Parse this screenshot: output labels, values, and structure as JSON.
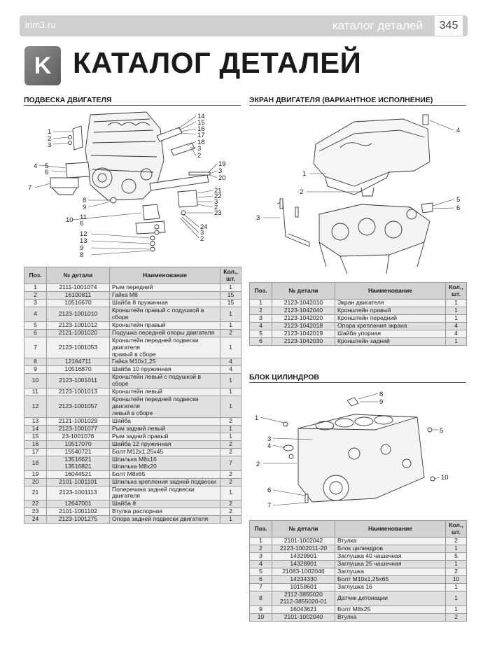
{
  "header": {
    "site": "irim3.ru",
    "catalog": "каталог деталей",
    "page_number": "345"
  },
  "chapter": {
    "letter": "K",
    "title": "КАТАЛОГ ДЕТАЛЕЙ"
  },
  "columns": {
    "pos": "Поз.",
    "part": "№ детали",
    "name": "Наименование",
    "qty": "Кол.,\nшт."
  },
  "sections": {
    "suspension": {
      "title": "ПОДВЕСКА ДВИГАТЕЛЯ",
      "callouts": [
        "1",
        "2",
        "3",
        "4",
        "5",
        "6",
        "7",
        "8",
        "9",
        "10",
        "11",
        "6",
        "12",
        "13",
        "9",
        "8",
        "14",
        "15",
        "16",
        "17",
        "18",
        "3",
        "2",
        "19",
        "3",
        "20",
        "21",
        "22",
        "3",
        "2",
        "23",
        "24",
        "3",
        "2"
      ],
      "rows": [
        {
          "pos": "1",
          "part": "2111-1001074",
          "name": "Рым передний",
          "qty": "1"
        },
        {
          "pos": "2",
          "part": "16100811",
          "name": "Гайка М8",
          "qty": "15"
        },
        {
          "pos": "3",
          "part": "10516670",
          "name": "Шайба 8 пружинная",
          "qty": "15"
        },
        {
          "pos": "4",
          "part": "2123-1001010",
          "name": "Кронштейн правый с подушкой в сборе",
          "qty": "1"
        },
        {
          "pos": "5",
          "part": "2123-1001012",
          "name": "Кронштейн правый",
          "qty": "1"
        },
        {
          "pos": "6",
          "part": "2121-1001020",
          "name": "Подушка передней опоры двигателя",
          "qty": "2"
        },
        {
          "pos": "7",
          "part": "2123-1001053",
          "name": "Кронштейн передней подвески двигателя\nправый в сборе",
          "qty": "1"
        },
        {
          "pos": "8",
          "part": "12164711",
          "name": "Гайка М10х1,25",
          "qty": "4"
        },
        {
          "pos": "9",
          "part": "10516870",
          "name": "Шайба 10 пружинная",
          "qty": "4"
        },
        {
          "pos": "10",
          "part": "2123-1001011",
          "name": "Кронштейн левый с подушкой в сборе",
          "qty": "1"
        },
        {
          "pos": "11",
          "part": "2123-1001013",
          "name": "Кронштейн левый",
          "qty": "1"
        },
        {
          "pos": "12",
          "part": "2123-1001057",
          "name": "Кронштейн передней подвески двигателя\nлевый в сборе",
          "qty": "1"
        },
        {
          "pos": "13",
          "part": "2121-1001029",
          "name": "Шайба",
          "qty": "2"
        },
        {
          "pos": "14",
          "part": "2123-1001077",
          "name": "Рым задний левый",
          "qty": "1"
        },
        {
          "pos": "15",
          "part": "23-1001076",
          "name": "Рым задний правый",
          "qty": "1"
        },
        {
          "pos": "16",
          "part": "10517070",
          "name": "Шайба 12 пружинная",
          "qty": "2"
        },
        {
          "pos": "17",
          "part": "15540721",
          "name": "Болт М12х1,25х45",
          "qty": "2"
        },
        {
          "pos": "18",
          "part": "13516621\n13516821",
          "name": "Шпилька М8х16\nШпилька М8х20",
          "qty": "7"
        },
        {
          "pos": "19",
          "part": "16044521",
          "name": "Болт М8х65",
          "qty": "2"
        },
        {
          "pos": "20",
          "part": "2101-1001101",
          "name": "Шпилька крепления задней подвески",
          "qty": "2"
        },
        {
          "pos": "21",
          "part": "2123-1001113",
          "name": "Поперечина задней подвески двигателя",
          "qty": "1"
        },
        {
          "pos": "22",
          "part": "12647001",
          "name": "Шайба 8",
          "qty": "2"
        },
        {
          "pos": "23",
          "part": "2101-1001102",
          "name": "Втулка распорная",
          "qty": "2"
        },
        {
          "pos": "24",
          "part": "2123-1001275",
          "name": "Опора задней подвески двигателя",
          "qty": "1"
        }
      ]
    },
    "screen": {
      "title": "ЭКРАН ДВИГАТЕЛЯ (ВАРИАНТНОЕ ИСПОЛНЕНИЕ)",
      "callouts": [
        "1",
        "2",
        "3",
        "4",
        "5",
        "6"
      ],
      "rows": [
        {
          "pos": "1",
          "part": "2123-1042010",
          "name": "Экран двигателя",
          "qty": "1"
        },
        {
          "pos": "2",
          "part": "2123-1042040",
          "name": "Кронштейн правый",
          "qty": "1"
        },
        {
          "pos": "3",
          "part": "2123-1042020",
          "name": "Кронштейн передний",
          "qty": "1"
        },
        {
          "pos": "4",
          "part": "2123-1042018",
          "name": "Опора крепления экрана",
          "qty": "4"
        },
        {
          "pos": "5",
          "part": "2123-1042019",
          "name": "Шайба упорная",
          "qty": "4"
        },
        {
          "pos": "6",
          "part": "2123-1042030",
          "name": "Кронштейн задний",
          "qty": "1"
        }
      ]
    },
    "block": {
      "title": "БЛОК ЦИЛИНДРОВ",
      "callouts": [
        "8",
        "9",
        "1",
        "5",
        "3",
        "4",
        "2",
        "10",
        "6",
        "7"
      ],
      "rows": [
        {
          "pos": "1",
          "part": "2101-1002042",
          "name": "Втулка",
          "qty": "2"
        },
        {
          "pos": "2",
          "part": "2123-1002011-20",
          "name": "Блок цилиндров",
          "qty": "1"
        },
        {
          "pos": "3",
          "part": "14329901",
          "name": "Заглушка 40 чашечная",
          "qty": "5"
        },
        {
          "pos": "4",
          "part": "14328901",
          "name": "Заглушка 25 чашечная",
          "qty": "1"
        },
        {
          "pos": "5",
          "part": "21083-1002046",
          "name": "Заглушка",
          "qty": "2"
        },
        {
          "pos": "6",
          "part": "14234330",
          "name": "Болт М10х1,25х65",
          "qty": "10"
        },
        {
          "pos": "7",
          "part": "10158601",
          "name": "Заглушка 16",
          "qty": "1"
        },
        {
          "pos": "8",
          "part": "2112-3855020\n2112-3855020-01",
          "name": "Датчик детонации",
          "qty": "1"
        },
        {
          "pos": "9",
          "part": "16043621",
          "name": "Болт М8х25",
          "qty": "1"
        },
        {
          "pos": "10",
          "part": "2101-1002040",
          "name": "Втулка",
          "qty": "2"
        }
      ]
    }
  }
}
